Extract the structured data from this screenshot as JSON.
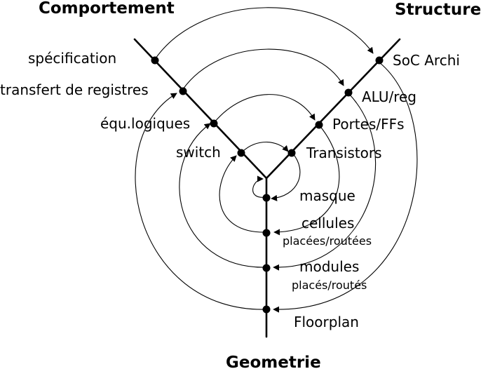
{
  "axes": {
    "behavior": "Comportement",
    "structure": "Structure",
    "geometry": "Geometrie"
  },
  "behavior_levels": [
    "spécification",
    "transfert de registres",
    "équ.logiques",
    "switch"
  ],
  "structure_levels": [
    "SoC Archi",
    "ALU/reg",
    "Portes/FFs",
    "Transistors"
  ],
  "geometry_levels": [
    {
      "label": "masque",
      "sublabel": ""
    },
    {
      "label": "cellules",
      "sublabel": "placées/routées"
    },
    {
      "label": "modules",
      "sublabel": "placés/routés"
    },
    {
      "label": "Floorplan",
      "sublabel": ""
    }
  ]
}
